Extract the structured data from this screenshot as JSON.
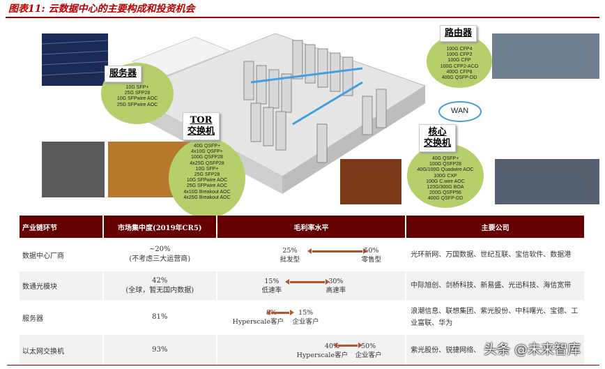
{
  "title": "图表11: 云数据中心的主要构成和投资机会",
  "diagram": {
    "server": {
      "label": "服务器",
      "items": [
        "10G SFP+",
        "25G SFP28",
        "10G SFPwire AOC",
        "25G SFPwire AOC"
      ]
    },
    "tor": {
      "label_line1": "TOR",
      "label_line2": "交换机",
      "items": [
        "40G QSFP+",
        "4x10G QSFP+",
        "100G QSFP28",
        "4x25G QSFP28",
        "10G SFP+",
        "25G SFP28",
        "10G SFPwire AOC",
        "25G SFPwire AOC",
        "4x10G Breakout AOC",
        "4x25G Breakout AOC"
      ]
    },
    "router": {
      "label": "路由器",
      "items": [
        "100G CFP4",
        "100G CFP2",
        "100G CFP",
        "100G CFP2-ACO",
        "400G CFP8",
        "400G QSFP-DD"
      ]
    },
    "core": {
      "label_line1": "核心",
      "label_line2": "交换机",
      "items": [
        "40G QSFP+",
        "100G QSFP28",
        "40G/100G Quadwire AOC",
        "100G CXP",
        "100G C.wire AOC",
        "120G/300G BOA",
        "200G QSFP56",
        "400G QSFP-DD"
      ]
    },
    "wan": "WAN",
    "colors": {
      "bubble": "#b5cf6b",
      "header": "#650000",
      "arrow": "#b5532e",
      "title": "#c00000"
    }
  },
  "table": {
    "headers": [
      "产业链环节",
      "市场集中度(2019年CR5)",
      "毛利率水平",
      "主要公司"
    ],
    "rows": [
      {
        "segment": "数据中心厂商",
        "cr5": "~20%",
        "cr5_note": "(不考虑三大运营商)",
        "low": "25%",
        "low_label": "批发型",
        "high": "50%",
        "high_label": "零售型",
        "companies": "光环新网、万国数据、世纪互联、宝信软件、数据港"
      },
      {
        "segment": "数通光模块",
        "cr5": "42%",
        "cr5_note": "(全球，暂无国内数据)",
        "low": "15%",
        "low_label": "低速率",
        "high": "30%",
        "high_label": "高速率",
        "companies": "中际旭创、剑桥科技、新易盛、光迅科技、海信宽带"
      },
      {
        "segment": "服务器",
        "cr5": "81%",
        "cr5_note": "",
        "low": "8%",
        "low_label": "Hyperscale客户",
        "high": "15%",
        "high_label": "企业客户",
        "companies": "浪潮信息、联想集团、紫光股份、中科曙光、宝德、工业富联、华为"
      },
      {
        "segment": "以太网交换机",
        "cr5": "93%",
        "cr5_note": "",
        "low": "40%",
        "low_label": "Hyperscale客户",
        "high": "50%",
        "high_label": "企业客户",
        "companies": "紫光股份、锐捷网络、"
      }
    ]
  },
  "watermark": "头条 @未来智库"
}
